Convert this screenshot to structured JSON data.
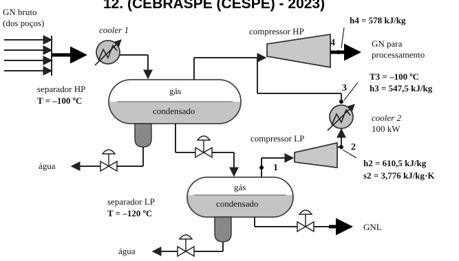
{
  "header": "12. (CEBRASPE (CESPE) - 2023)",
  "feed": {
    "line1": "GN bruto",
    "line2": "(dos poços)"
  },
  "cooler1": "cooler 1",
  "compressor_hp": "compressor HP",
  "compressor_lp": "compressor LP",
  "sep_hp": {
    "title": "separador HP",
    "temp": "T = –100 ºC",
    "gas": "gás",
    "cond": "condensado"
  },
  "sep_lp": {
    "title": "separador LP",
    "temp": "T = –120 ºC",
    "gas": "gás",
    "cond": "condensado"
  },
  "water_hp": "água",
  "water_lp": "água",
  "product": {
    "line1": "GN para",
    "line2": "processamento"
  },
  "gnl": "GNL",
  "cooler2": {
    "name": "cooler 2",
    "power": "100 kW"
  },
  "states": {
    "n1": "1",
    "n2": "2",
    "n3": "3",
    "n4": "4",
    "h4": "h4 = 578 kJ/kg",
    "t3": "T3 = –100 ºC",
    "h3": "h3 = 547,5 kJ/kg",
    "h2": "h2 = 610,5 kJ/kg",
    "s2": "s2 = 3,776 kJ/kg·K"
  },
  "colors": {
    "vessel_liquid": "#c4c4c4",
    "vessel_gas": "#ffffff",
    "compressor": "#c8c8c8",
    "cooler": "#c0c0c0",
    "line": "#222222"
  }
}
